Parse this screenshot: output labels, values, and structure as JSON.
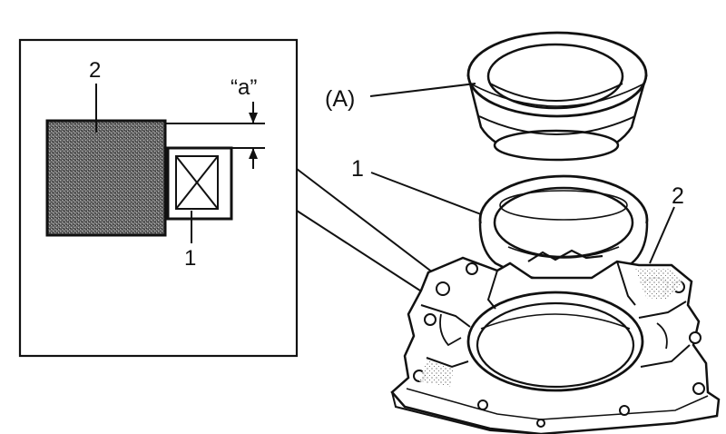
{
  "labels": {
    "detail_part_2": "2",
    "detail_part_1": "1",
    "gap_dimension": "“a”",
    "tool_a": "(A)",
    "seal_1": "1",
    "cover_2": "2"
  },
  "colors": {
    "ink": "#111111",
    "background": "#ffffff",
    "stipple": "#555555"
  }
}
